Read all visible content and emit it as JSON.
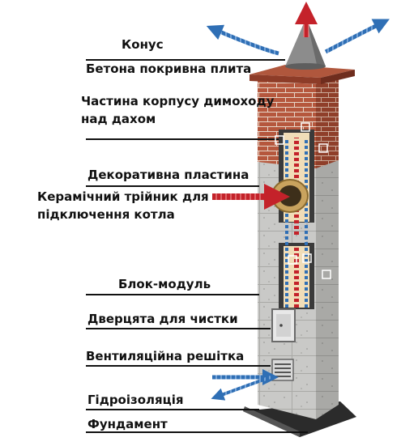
{
  "labels": {
    "cone": "Конус",
    "cover_plate": "Бетона покривна плита",
    "roof_part": "Частина корпусу димоходу над дахом",
    "deco_plate": "Декоративна пластина",
    "tee": "Керамічний трійник для підключення котла",
    "block": "Блок-модуль",
    "door": "Дверцята для чистки",
    "vent": "Вентиляційна решітка",
    "waterproof": "Гідроізоляція",
    "foundation": "Фундамент"
  },
  "colors": {
    "brick": "#b5573d",
    "brick_dark": "#8f3f2a",
    "block": "#c9c9c7",
    "block_dark": "#a9a9a6",
    "liner": "#f0ddb8",
    "arrow_red": "#c4222a",
    "arrow_blue": "#2f6fb5",
    "cone": "#8c8c8c"
  }
}
